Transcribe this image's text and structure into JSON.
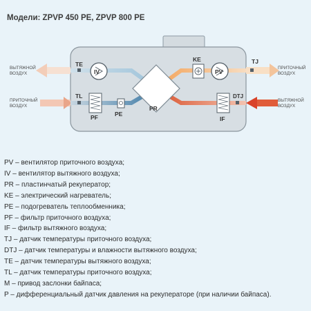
{
  "title": "Модели: ZPVP 450 PE, ZPVP 800 PE",
  "diagram": {
    "side_labels": {
      "left_top": [
        "ВЫТЯЖНОЙ",
        "ВОЗДУХ"
      ],
      "left_bottom": [
        "ПРИТОЧНЫЙ",
        "ВОЗДУХ"
      ],
      "right_top": [
        "ПРИТОЧНЫЙ",
        "ВОЗДУХ"
      ],
      "right_bottom": [
        "ВЫТЯЖНОЙ",
        "ВОЗДУХ"
      ]
    },
    "components": {
      "te": "TE",
      "iv": "IV",
      "tl": "TL",
      "pf": "PF",
      "pe": "PE",
      "pr": "PR",
      "ke": "KE",
      "pv": "PV",
      "tj": "TJ",
      "dtj": "DTJ",
      "if": "IF"
    },
    "colors": {
      "warm": "#ef9a4d",
      "hot": "#d9532d",
      "cool": "#8fb7cf",
      "cold": "#2e6b98",
      "housing": "#d7dee3"
    }
  },
  "legend": [
    "PV – вентилятор приточного воздуха;",
    "IV – вентилятор вытяжного воздуха;",
    "PR – пластинчатый рекуператор;",
    "KE – электрический нагреватель;",
    "PE – подогреватель теплообменника;",
    "PF – фильтр приточного воздуха;",
    "IF – фильтр вытяжного воздуха;",
    "TJ – датчик температуры приточного воздуха;",
    "DTJ – датчик температуры и влажности вытяжного воздуха;",
    "TE – датчик температуры вытяжного воздуха;",
    "TL – датчик температуры приточного воздуха;",
    "M – привод заслонки байпаса;",
    "P – дифференциальный датчик давления на рекуператоре (при наличии байпаса)."
  ]
}
